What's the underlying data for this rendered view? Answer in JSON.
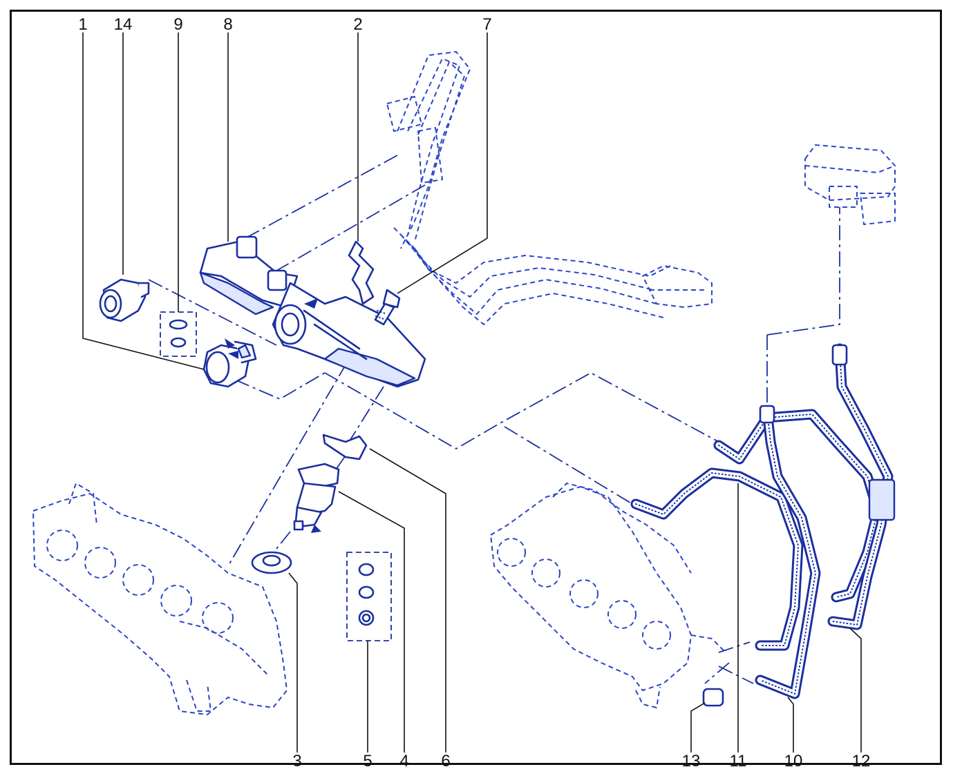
{
  "diagram": {
    "callouts": {
      "top": [
        "1",
        "14",
        "9",
        "8",
        "2",
        "7"
      ],
      "bottom": [
        "3",
        "5",
        "4",
        "6",
        "13",
        "11",
        "10",
        "12"
      ]
    },
    "colors": {
      "parts": "#1a2fa0",
      "ghost_parts": "#2a45c8",
      "labels": "#111111",
      "frame": "#111111"
    }
  }
}
